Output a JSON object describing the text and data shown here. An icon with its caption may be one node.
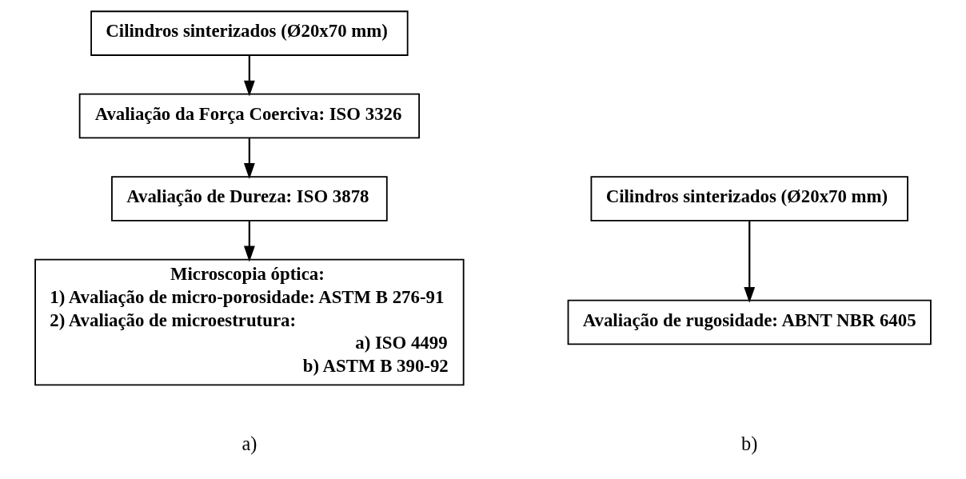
{
  "diagram": {
    "nodes": [
      {
        "text": [
          "Cilindros sinterizados (Ø20x70 mm)"
        ]
      },
      {
        "text": [
          "Avaliação da Força Coerciva: ISO 3326"
        ]
      },
      {
        "text": [
          "Avaliação de Dureza: ISO 3878"
        ]
      },
      {
        "text": [
          "Microscopia óptica:",
          "1) Avaliação de micro-porosidade: ASTM B 276-91",
          "2) Avaliação de microestrutura:",
          "a) ISO 4499",
          "b) ASTM B 390-92"
        ]
      },
      {
        "text": [
          "Cilindros sinterizados (Ø20x70 mm)"
        ]
      },
      {
        "text": [
          "Avaliação de rugosidade: ABNT NBR 6405"
        ]
      }
    ],
    "edges": [
      {
        "from": 0,
        "to": 1,
        "arrow": "to"
      },
      {
        "from": 1,
        "to": 2,
        "arrow": "to"
      },
      {
        "from": 2,
        "to": 3,
        "arrow": "to"
      },
      {
        "from": 4,
        "to": 5,
        "arrow": "to"
      }
    ],
    "labels": [
      "a)",
      "b)"
    ]
  }
}
